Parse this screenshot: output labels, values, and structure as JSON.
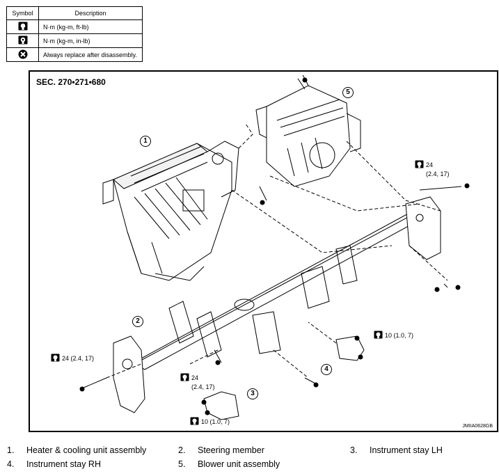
{
  "symbol_table": {
    "header_symbol": "Symbol",
    "header_description": "Description",
    "rows": [
      {
        "icon": "torque-ft-lb-icon",
        "description": "N·m (kg-m, ft-lb)"
      },
      {
        "icon": "torque-in-lb-icon",
        "description": "N·m (kg-m, in-lb)"
      },
      {
        "icon": "replace-icon",
        "description": "Always replace after disassembly."
      }
    ]
  },
  "diagram": {
    "section": "SEC. 270•271•680",
    "ref_code": "JMIIA0628GB",
    "callouts": [
      "1",
      "2",
      "3",
      "4",
      "5"
    ],
    "torques": {
      "t1": {
        "value": "24",
        "sub": "(2.4, 17)"
      },
      "t2": {
        "value": "24 (2.4, 17)"
      },
      "t3": {
        "value": "24",
        "sub": "(2.4, 17)"
      },
      "t4": {
        "value": "10 (1.0, 7)"
      },
      "t5": {
        "value": "10 (1.0, 7)"
      }
    }
  },
  "legend": [
    {
      "num": "1.",
      "label": "Heater & cooling unit assembly"
    },
    {
      "num": "2.",
      "label": "Steering member"
    },
    {
      "num": "3.",
      "label": "Instrument stay LH"
    },
    {
      "num": "4.",
      "label": "Instrument stay RH"
    },
    {
      "num": "5.",
      "label": "Blower unit assembly"
    }
  ]
}
